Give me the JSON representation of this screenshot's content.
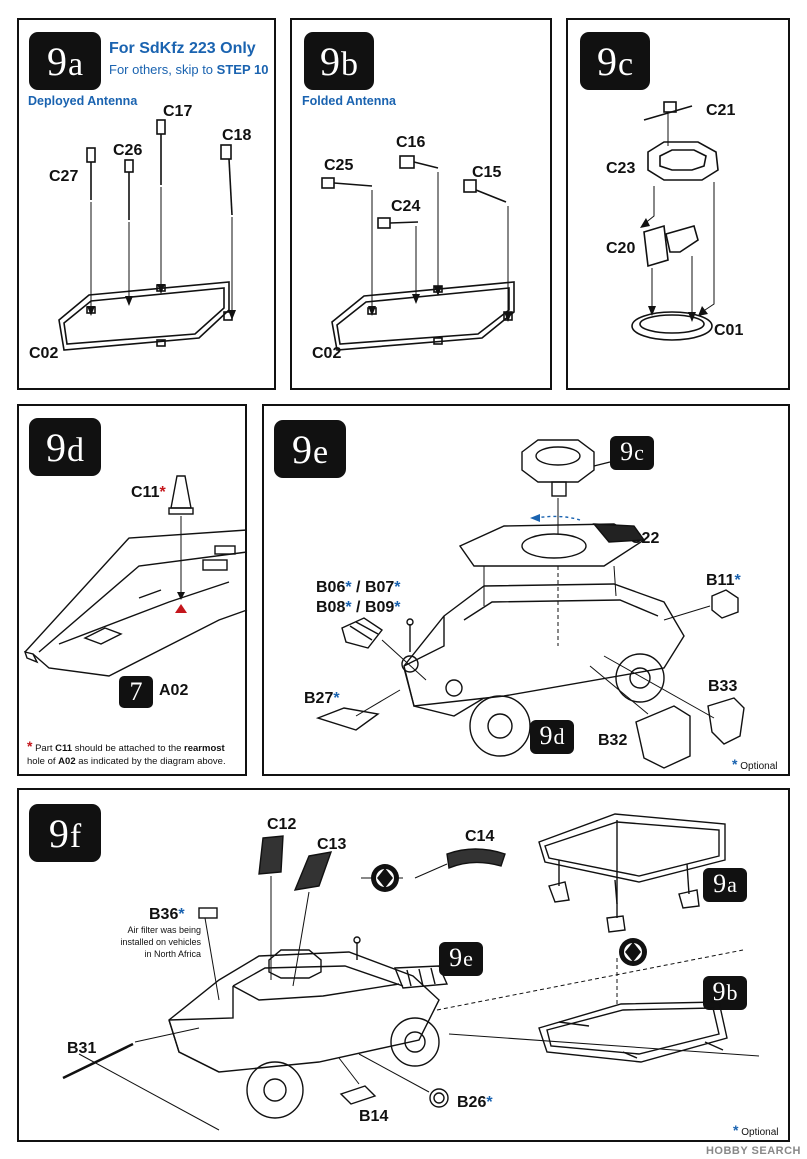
{
  "step9a": {
    "num": "9",
    "letter": "a",
    "title": "For SdKfz 223 Only",
    "subtitle_prefix": "For others, skip to ",
    "subtitle_step": "STEP 10",
    "caption": "Deployed Antenna",
    "parts": [
      "C17",
      "C26",
      "C18",
      "C27",
      "C02"
    ]
  },
  "step9b": {
    "num": "9",
    "letter": "b",
    "caption": "Folded Antenna",
    "parts": [
      "C16",
      "C25",
      "C15",
      "C24",
      "C02"
    ]
  },
  "step9c": {
    "num": "9",
    "letter": "c",
    "parts": [
      "C21",
      "C23",
      "C20",
      "C01"
    ]
  },
  "step9d": {
    "num": "9",
    "letter": "d",
    "part_c11": "C11",
    "ref_step": "7",
    "part_a02": "A02",
    "note_line1_a": "Part ",
    "note_line1_b": "C11",
    "note_line1_c": " should be attached to the ",
    "note_line1_d": "rearmost",
    "note_line2_a": "hole of ",
    "note_line2_b": "A02",
    "note_line2_c": " as indicated by the diagram above."
  },
  "step9e": {
    "num": "9",
    "letter": "e",
    "ref_c_num": "9",
    "ref_c_let": "c",
    "ref_d_num": "9",
    "ref_d_let": "d",
    "part_c22": "C22",
    "part_b11": "B11",
    "group1_line1_a": "B06",
    "group1_line1_b": "B07",
    "group1_line2_a": "B08",
    "group1_line2_b": "B09",
    "part_b27": "B27",
    "part_b33": "B33",
    "part_b32": "B32",
    "optional": "Optional"
  },
  "step9f": {
    "num": "9",
    "letter": "f",
    "part_c12": "C12",
    "part_c13": "C13",
    "part_c14": "C14",
    "part_b36": "B36",
    "b36_note": [
      "Air filter was being",
      "installed on vehicles",
      "in North Africa"
    ],
    "part_b31": "B31",
    "part_b14": "B14",
    "part_b26": "B26",
    "ref_a_num": "9",
    "ref_a_let": "a",
    "ref_b_num": "9",
    "ref_b_let": "b",
    "ref_e_num": "9",
    "ref_e_let": "e",
    "optional": "Optional"
  },
  "watermark": "HOBBY SEARCH",
  "colors": {
    "accent_blue": "#1a63b0",
    "note_red": "#c4161c",
    "ink": "#111111"
  }
}
